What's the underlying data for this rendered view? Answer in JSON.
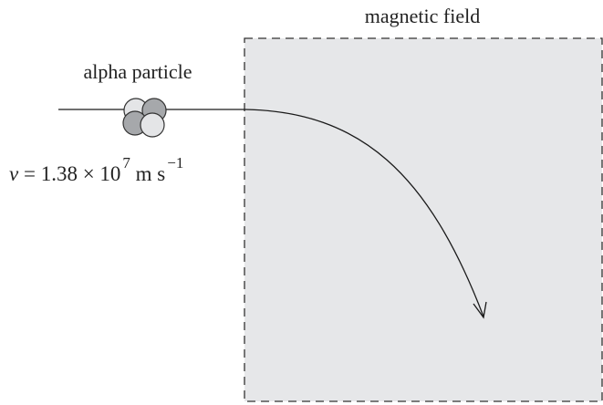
{
  "field": {
    "label": "magnetic field",
    "fill_color": "#e6e7e9",
    "border_color": "#333333"
  },
  "particle": {
    "label": "alpha particle",
    "velocity": {
      "symbol": "v",
      "equals": " = 1.38 × 10",
      "exponent": "7",
      "unit": " m s",
      "unit_exponent": "−1"
    },
    "colors": {
      "light": "#e4e5e7",
      "dark": "#a6a8ab",
      "outline": "#333333"
    }
  },
  "path": {
    "color": "#1a1a1a"
  }
}
